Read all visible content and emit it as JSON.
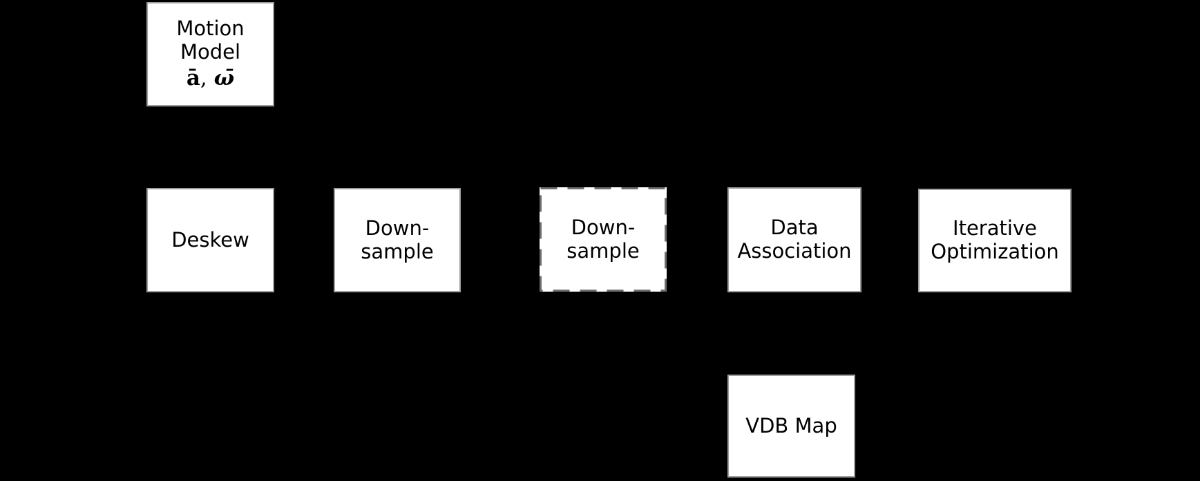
{
  "diagram": {
    "title": "odometry-pipeline-flowchart",
    "colors": {
      "background": "#000000",
      "box_fill": "#ffffff",
      "text": "#000000",
      "border_solid": "#9e9e9e",
      "border_dashed": "#6f6f6f"
    },
    "nodes": {
      "motion_model": {
        "line1": "Motion",
        "line2": "Model",
        "math_a": "ā",
        "math_sep": ", ",
        "math_omega": "ω̄"
      },
      "deskew": {
        "label": "Deskew"
      },
      "downsample1": {
        "line1": "Down-",
        "line2": "sample"
      },
      "downsample2": {
        "line1": "Down-",
        "line2": "sample"
      },
      "data_association": {
        "line1": "Data",
        "line2": "Association"
      },
      "iterative_optimization": {
        "line1": "Iterative",
        "line2": "Optimization"
      },
      "vdb_map": {
        "label": "VDB Map"
      }
    }
  }
}
